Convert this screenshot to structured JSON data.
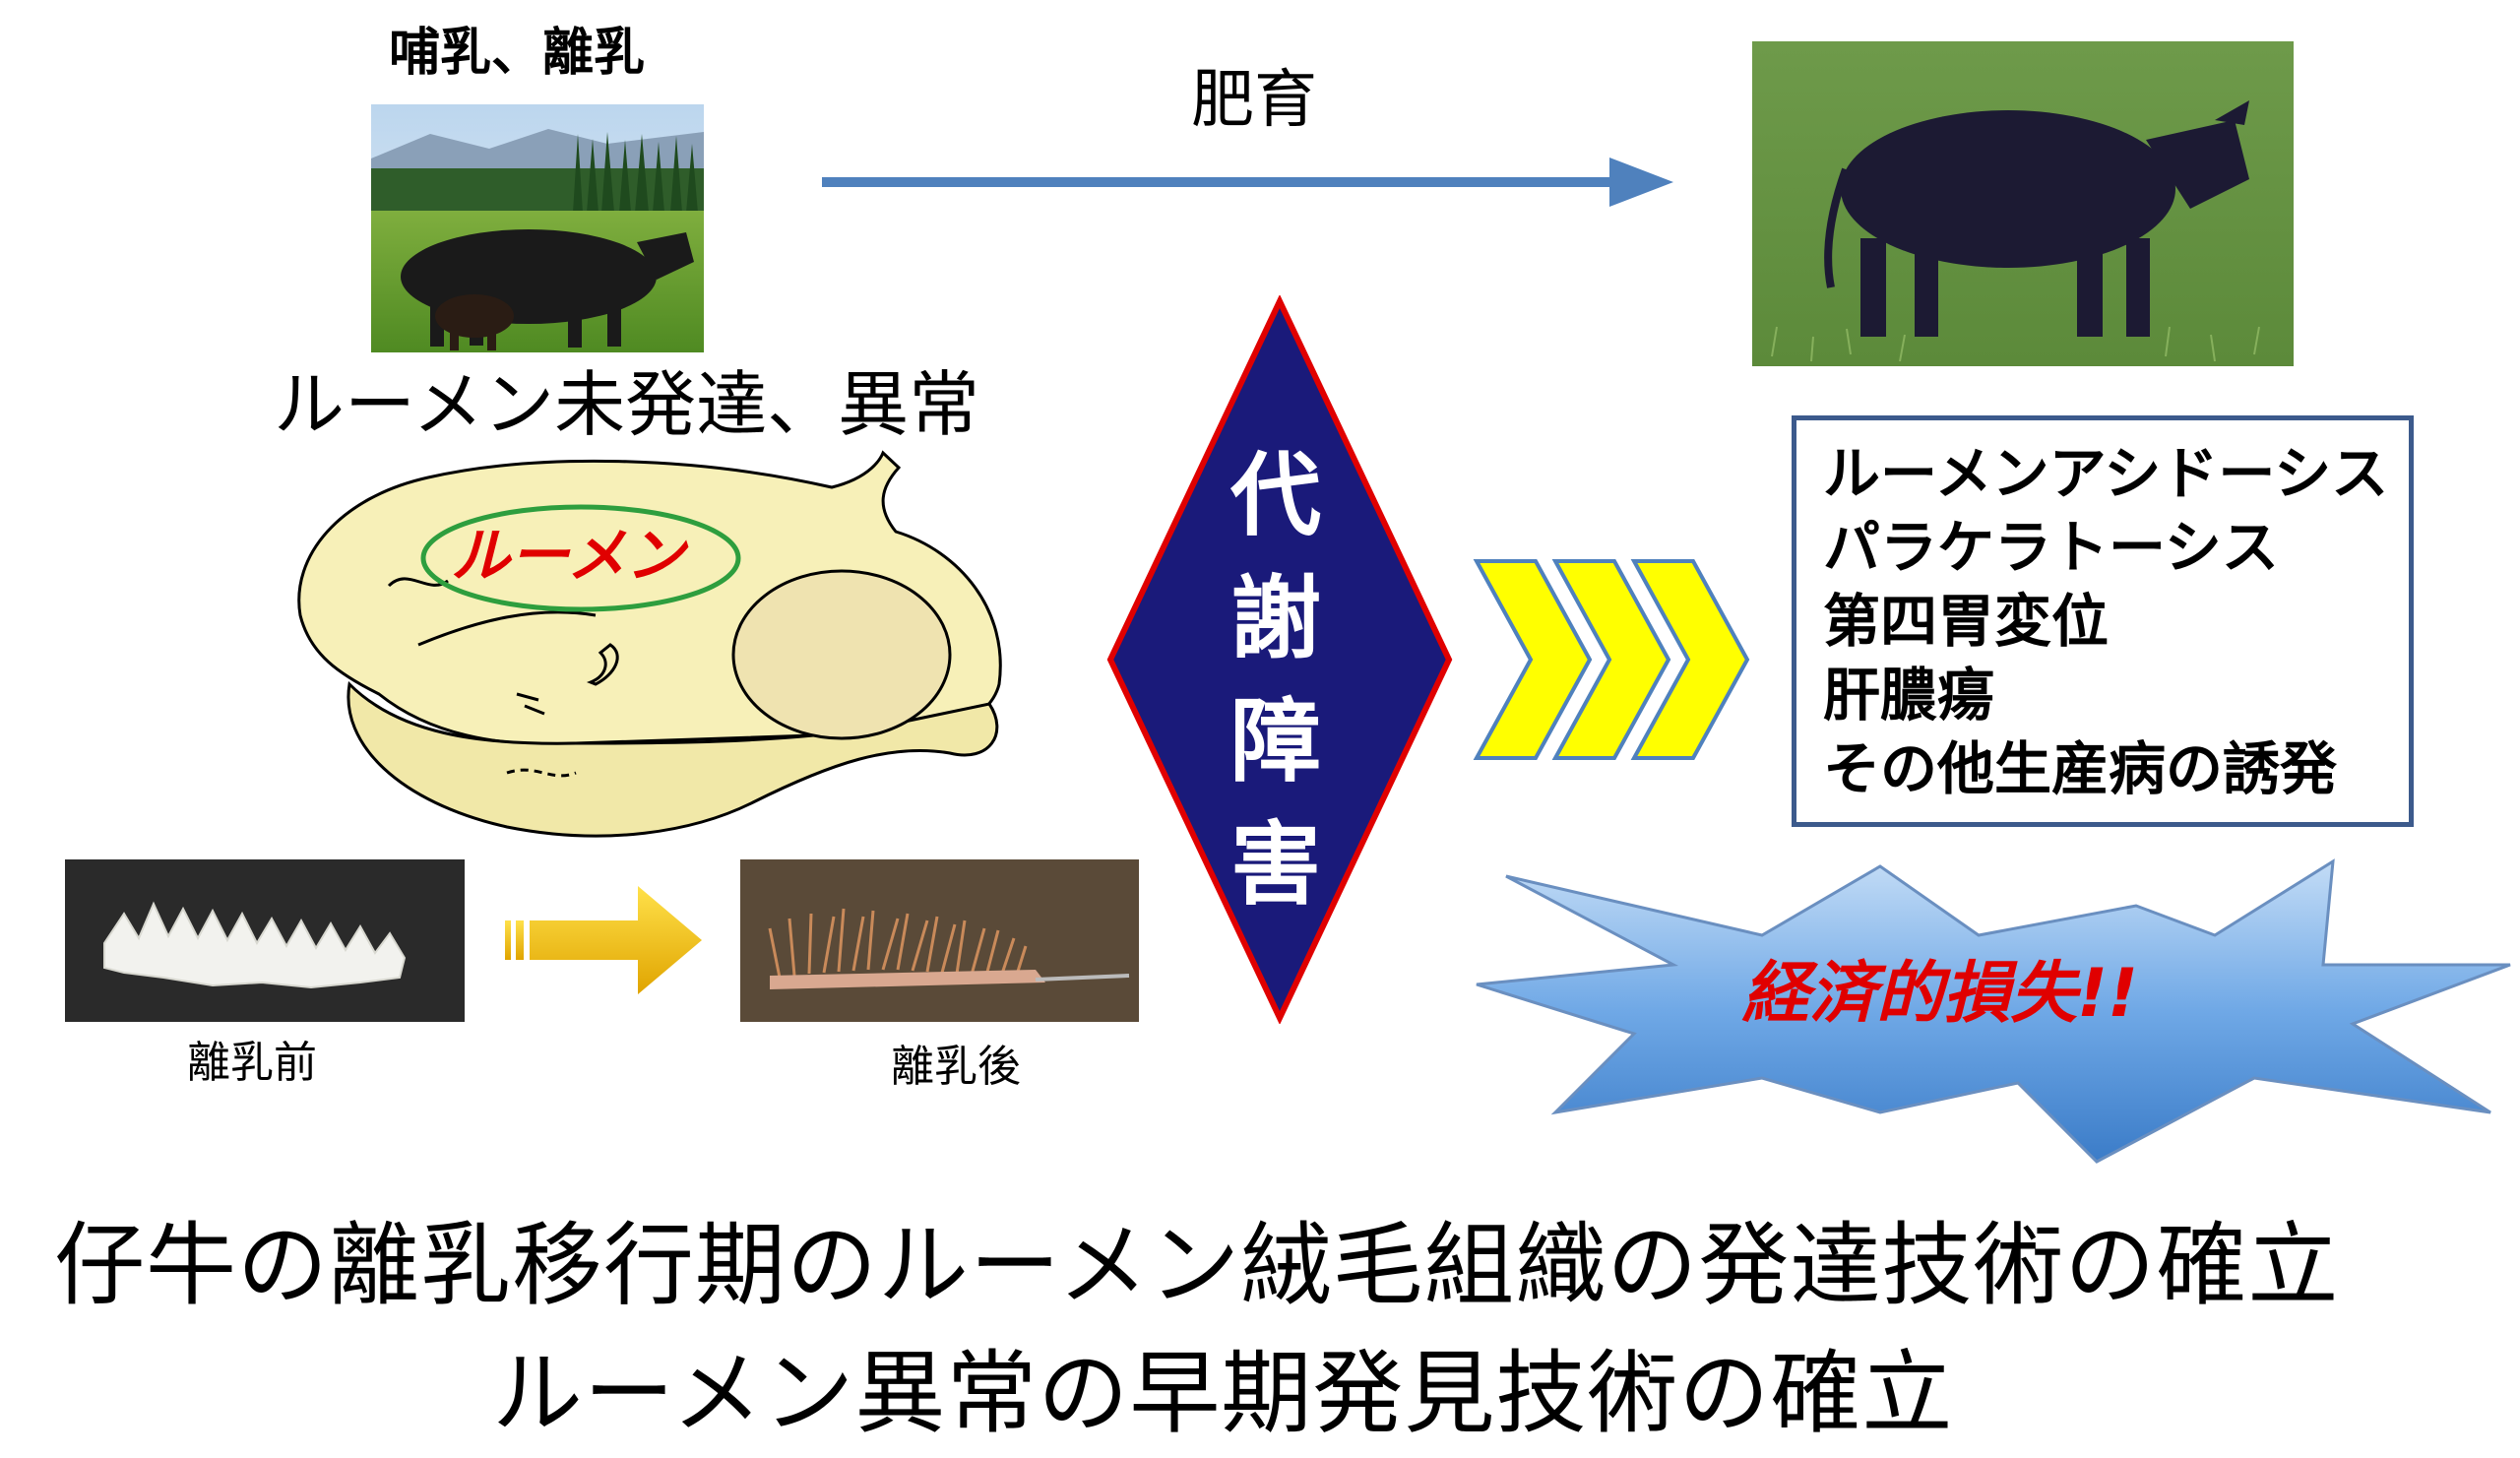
{
  "top_left_label": "哺乳、離乳",
  "arrow_label": "肥育",
  "rumen_heading": "ルーメン未発達、異常",
  "stomach_label": "ルーメン",
  "before_label": "離乳前",
  "after_label": "離乳後",
  "center_diamond_chars": [
    "代",
    "謝",
    "障",
    "害"
  ],
  "diseases": [
    "ルーメンアシドーシス",
    "パラケラトーシス",
    "第四胃変位",
    "肝膿瘍",
    "その他生産病の誘発"
  ],
  "burst_text": "経済的損失!!",
  "bottom_lines": [
    "仔牛の離乳移行期のルーメン絨毛組織の発達技術の確立",
    "ルーメン異常の早期発見技術の確立"
  ],
  "colors": {
    "flow_arrow": "#4f81bd",
    "diamond_fill": "#1a1a7a",
    "diamond_border": "#e00000",
    "chevron_fill": "#ffff00",
    "chevron_border": "#4f81bd",
    "burst_fill": "#6fa8e6",
    "burst_text": "#e00000",
    "stomach_fill": "#f7f0b8",
    "stomach_label": "#e00000",
    "oval_border": "#2e9e3e",
    "disease_box_border": "#3c5a8c"
  },
  "icons": {
    "photo_cow_calf": "cow-with-calf-photo",
    "photo_cow": "black-cow-photo",
    "photo_before": "papillae-before-photo",
    "photo_after": "papillae-after-photo",
    "small_arrow": "gold-right-arrow-icon"
  }
}
